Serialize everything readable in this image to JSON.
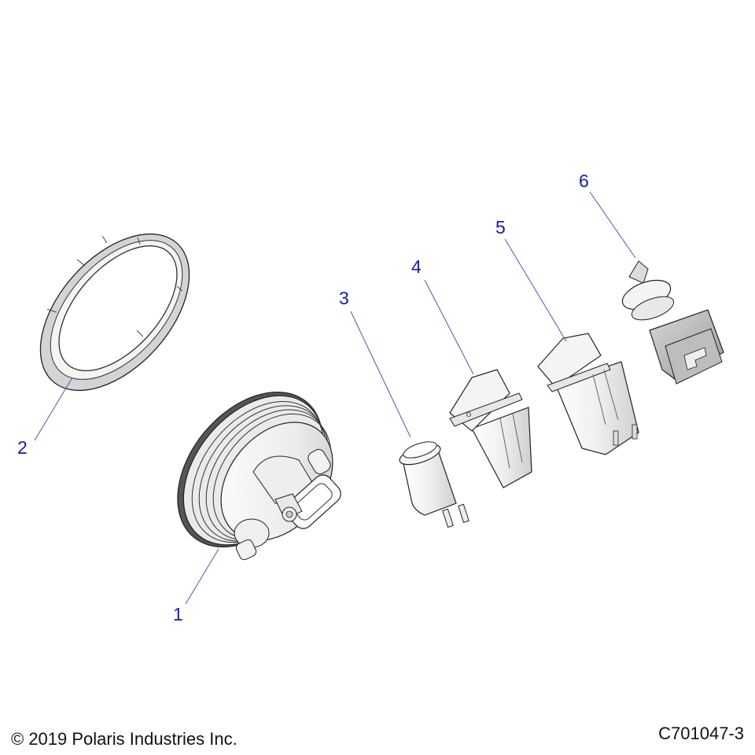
{
  "diagram": {
    "type": "exploded-parts-diagram",
    "callouts": [
      {
        "id": "1",
        "label": "1",
        "part": "fuel-cap-assembly"
      },
      {
        "id": "2",
        "label": "2",
        "part": "locking-ring"
      },
      {
        "id": "3",
        "label": "3",
        "part": "indicator-light"
      },
      {
        "id": "4",
        "label": "4",
        "part": "rocker-switch"
      },
      {
        "id": "5",
        "label": "5",
        "part": "rocker-switch"
      },
      {
        "id": "6",
        "label": "6",
        "part": "sensor-connector"
      }
    ],
    "callout_color": "#1a1aa8",
    "leader_color": "#5555aa"
  },
  "footer": {
    "copyright": "© 2019 Polaris Industries Inc.",
    "drawing_id": "C701047-3"
  }
}
